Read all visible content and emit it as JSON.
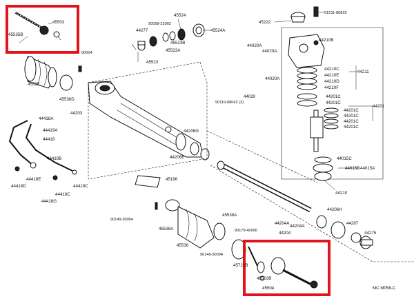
{
  "diagram": {
    "code": "MC M058-C",
    "part_labels": {
      "p45503_top": "45503",
      "p45535B": "45535B",
      "p90004": "90004",
      "p45535": "45535",
      "p45536D": "45536D",
      "p44277": "44277",
      "p90099_22002": "90099-22002",
      "p45524": "45524",
      "p45523B": "45523B",
      "p45523A": "45523A",
      "p45523": "45523",
      "p45524A": "45524A",
      "p45222": "45222",
      "p51511": "51511-80825",
      "p44210B": "44210B",
      "p44020A_a": "44020A",
      "p44020A_b": "44020A",
      "p44020": "44020",
      "p44020A_c": "44020A",
      "p90119": "90119-08042 (3)",
      "p44210C_a": "44210C",
      "p44210E": "44210E",
      "p44210D": "44210D",
      "p44210F": "44210F",
      "p44211": "44211",
      "p44201C_a": "44201C",
      "p44201C_b": "44201C",
      "p44201": "44201",
      "p44201C_c": "44201C",
      "p44201C_d": "44201C",
      "p44201C_e": "44201C",
      "p44201C_f": "44201C",
      "p44203": "44203",
      "p44206G": "44206G",
      "p44206E": "44206E",
      "p44418A": "44418A",
      "p44419A": "44419A",
      "p44418": "44418",
      "p44419B": "44419B",
      "p44418E": "44418E",
      "p44418D": "44418D",
      "p44419C_a": "44419C",
      "p44419C_b": "44419C",
      "p44418G": "44418G",
      "p45196": "45196",
      "p44015C": "44015C",
      "p44015B": "44015B",
      "p44015A": "44015A",
      "p44210": "44210",
      "p90149_30004_a": "90149-30004",
      "p45538A_a": "45538A",
      "p45536": "45536",
      "p45538A_b": "45538A",
      "p90179": "90179-40006",
      "p90149_30004_b": "90149-30004",
      "p44204A_a": "44204A",
      "p44204A_b": "44204A",
      "p44204": "44204",
      "p44206H": "44206H",
      "p44287": "44287",
      "p44275": "44275",
      "p45721B": "45721B",
      "p45503B": "45503B",
      "p45504": "45504"
    }
  }
}
